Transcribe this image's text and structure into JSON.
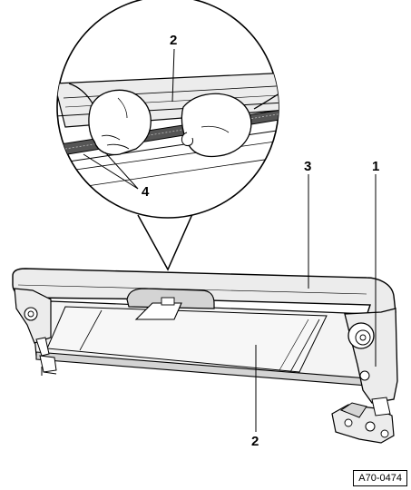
{
  "callouts": {
    "detail_2": "2",
    "detail_4": "4",
    "part_3": "3",
    "part_1": "1",
    "part_2": "2"
  },
  "figure_id": "A70-0474",
  "colors": {
    "line": "#000000",
    "panel": "#ececec",
    "panel_dark": "#d4d4d4",
    "glass": "#f4f4f4",
    "background": "#ffffff"
  }
}
